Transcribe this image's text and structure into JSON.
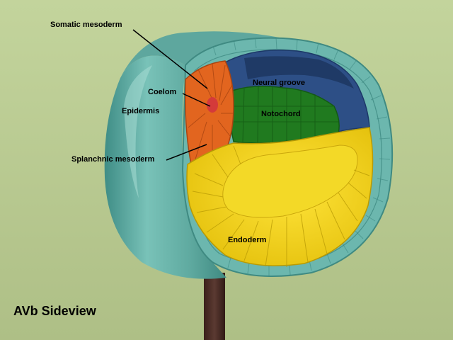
{
  "labels": {
    "somatic_mesoderm": "Somatic mesoderm",
    "coelom": "Coelom",
    "epidermis": "Epidermis",
    "neural_groove": "Neural groove",
    "notochord": "Notochord",
    "splanchnic_mesoderm": "Splanchnic mesoderm",
    "endoderm": "Endoderm"
  },
  "caption": "AVb Sideview",
  "colors": {
    "background": "#b7c98e",
    "epidermis": "#6cb7ae",
    "neural_groove": "#2d4f86",
    "notochord": "#207a1f",
    "somatic_mesoderm": "#e2651f",
    "coelom": "#d43a3a",
    "endoderm": "#f1d31c",
    "stand": "#4a2a22"
  }
}
